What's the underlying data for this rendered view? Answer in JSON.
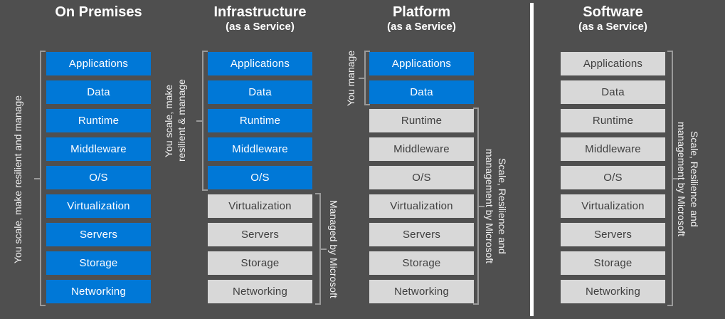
{
  "colors": {
    "background": "#4f4f4f",
    "you_bg": "#0078d7",
    "you_text": "#ffffff",
    "ms_bg": "#d8d8d8",
    "ms_text": "#3f3f3f",
    "bracket": "#9a9a9a",
    "divider": "#ffffff",
    "label_text": "#f2f2f2"
  },
  "columns": [
    {
      "title": "On Premises",
      "subtitle": "",
      "left_label": "You scale, make resilient and manage",
      "right_label": "",
      "layers": [
        {
          "label": "Applications",
          "variant": "you"
        },
        {
          "label": "Data",
          "variant": "you"
        },
        {
          "label": "Runtime",
          "variant": "you"
        },
        {
          "label": "Middleware",
          "variant": "you"
        },
        {
          "label": "O/S",
          "variant": "you"
        },
        {
          "label": "Virtualization",
          "variant": "you"
        },
        {
          "label": "Servers",
          "variant": "you"
        },
        {
          "label": "Storage",
          "variant": "you"
        },
        {
          "label": "Networking",
          "variant": "you"
        }
      ]
    },
    {
      "title": "Infrastructure",
      "subtitle": "(as a Service)",
      "left_label": "You scale, make\nresilient & manage",
      "right_label": "Managed by Microsoft",
      "layers": [
        {
          "label": "Applications",
          "variant": "you"
        },
        {
          "label": "Data",
          "variant": "you"
        },
        {
          "label": "Runtime",
          "variant": "you"
        },
        {
          "label": "Middleware",
          "variant": "you"
        },
        {
          "label": "O/S",
          "variant": "you"
        },
        {
          "label": "Virtualization",
          "variant": "ms"
        },
        {
          "label": "Servers",
          "variant": "ms"
        },
        {
          "label": "Storage",
          "variant": "ms"
        },
        {
          "label": "Networking",
          "variant": "ms"
        }
      ]
    },
    {
      "title": "Platform",
      "subtitle": "(as a Service)",
      "left_label": "You manage",
      "right_label": "Scale, Resilience and\nmanagement by Microsoft",
      "layers": [
        {
          "label": "Applications",
          "variant": "you"
        },
        {
          "label": "Data",
          "variant": "you"
        },
        {
          "label": "Runtime",
          "variant": "ms"
        },
        {
          "label": "Middleware",
          "variant": "ms"
        },
        {
          "label": "O/S",
          "variant": "ms"
        },
        {
          "label": "Virtualization",
          "variant": "ms"
        },
        {
          "label": "Servers",
          "variant": "ms"
        },
        {
          "label": "Storage",
          "variant": "ms"
        },
        {
          "label": "Networking",
          "variant": "ms"
        }
      ]
    },
    {
      "title": "Software",
      "subtitle": "(as a Service)",
      "left_label": "",
      "right_label": "Scale, Resilience and\nmanagement by Microsoft",
      "layers": [
        {
          "label": "Applications",
          "variant": "ms"
        },
        {
          "label": "Data",
          "variant": "ms"
        },
        {
          "label": "Runtime",
          "variant": "ms"
        },
        {
          "label": "Middleware",
          "variant": "ms"
        },
        {
          "label": "O/S",
          "variant": "ms"
        },
        {
          "label": "Virtualization",
          "variant": "ms"
        },
        {
          "label": "Servers",
          "variant": "ms"
        },
        {
          "label": "Storage",
          "variant": "ms"
        },
        {
          "label": "Networking",
          "variant": "ms"
        }
      ]
    }
  ]
}
